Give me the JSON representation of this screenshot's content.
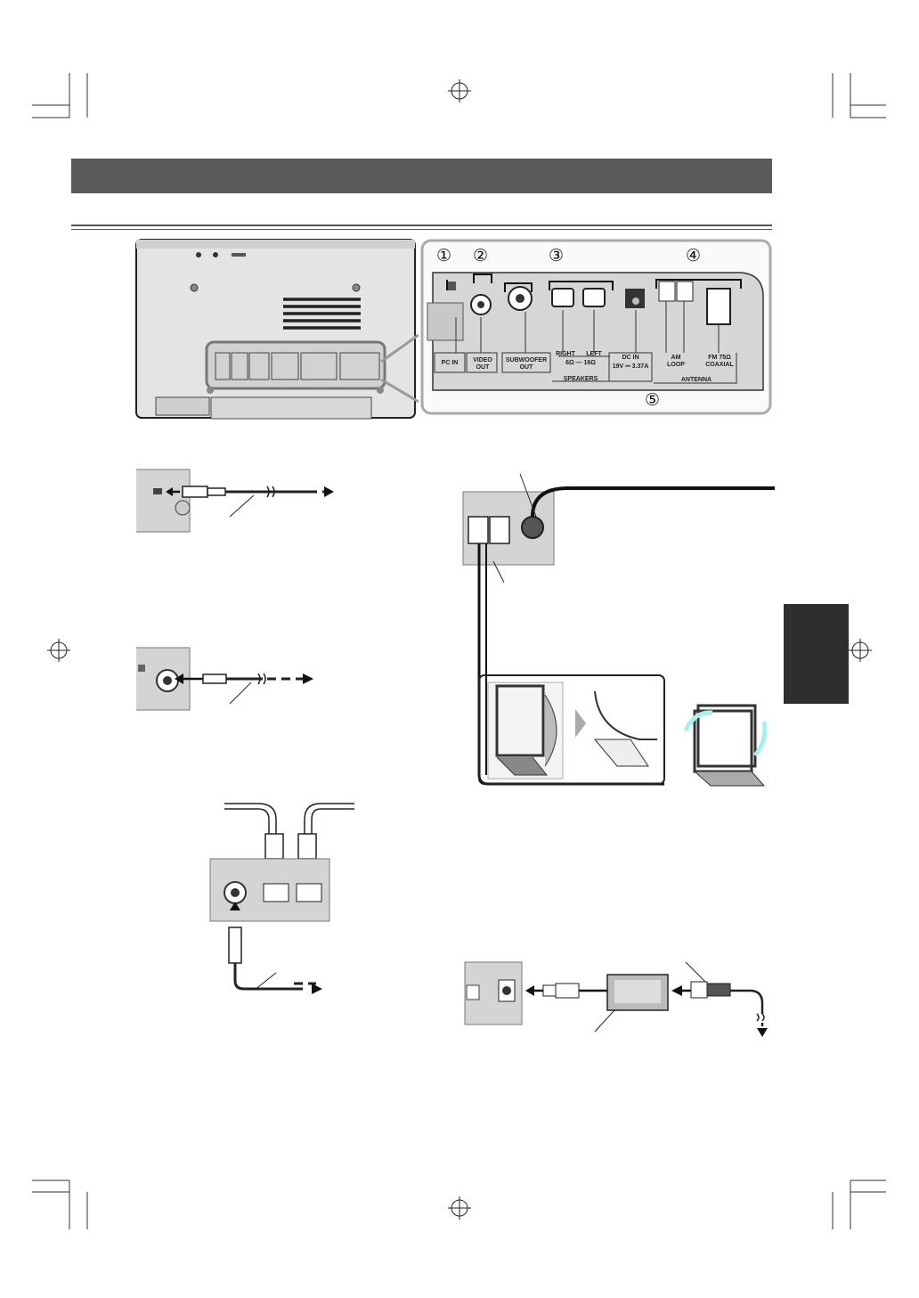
{
  "panel": {
    "callouts": [
      "①",
      "②",
      "③",
      "④",
      "⑤"
    ],
    "labels": {
      "pc_in": "PC IN",
      "video_out": "VIDEO OUT",
      "subwoofer_out": "SUBWOOFER OUT",
      "right": "RIGHT",
      "left": "LEFT",
      "impedance": "6Ω — 16Ω",
      "speakers": "SPEAKERS",
      "dc_in": "DC IN",
      "dc_rating": "19V ⎓ 3.37A",
      "am_loop": "AM LOOP",
      "fm": "FM 75Ω COAXIAL",
      "antenna": "ANTENNA"
    }
  }
}
